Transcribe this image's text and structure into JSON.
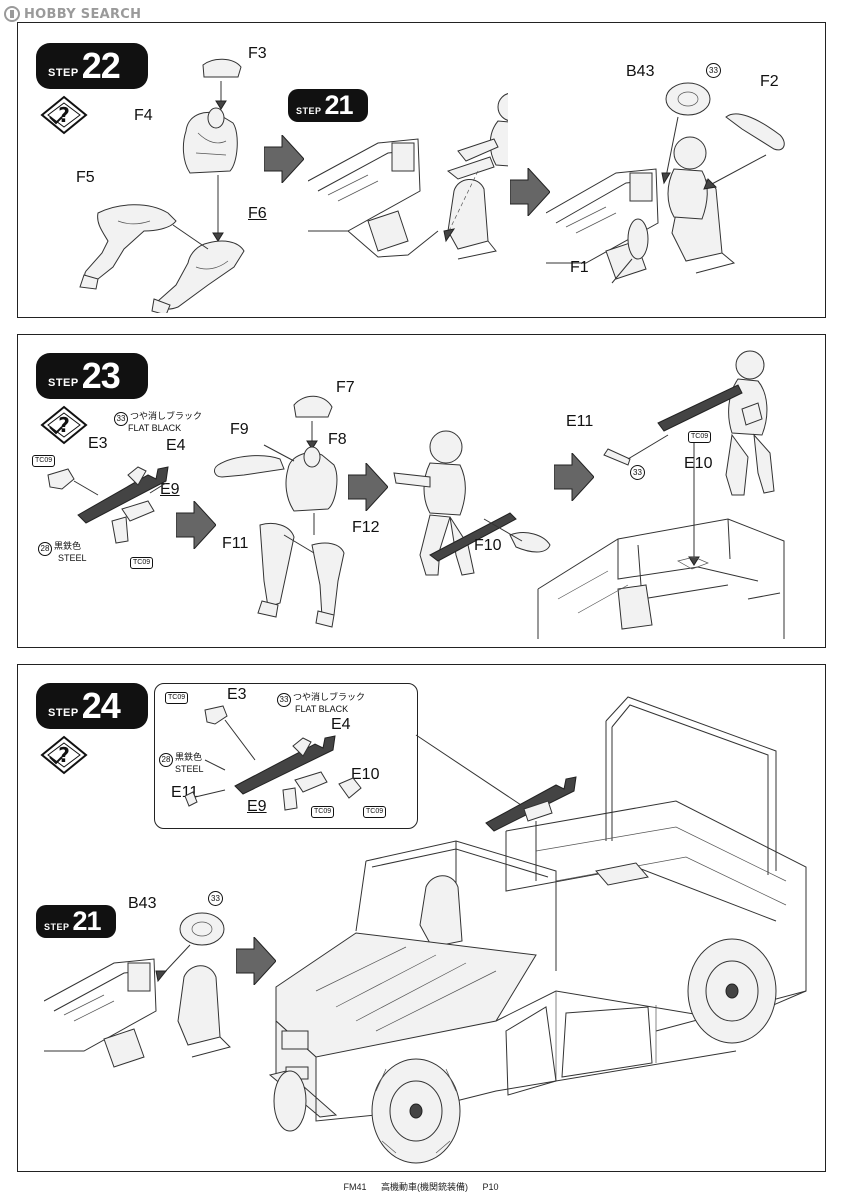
{
  "watermark": {
    "text": "HOBBY SEARCH"
  },
  "steps": [
    {
      "number": "22",
      "label": "STEP",
      "parts": {
        "f3": "F3",
        "f4": "F4",
        "f5": "F5",
        "f6": "F6"
      },
      "sub_step": {
        "label": "STEP",
        "number": "21"
      },
      "result_parts": {
        "b43": "B43",
        "f2": "F2",
        "f1": "F1",
        "paint": "33"
      }
    },
    {
      "number": "23",
      "label": "STEP",
      "parts": {
        "e3": "E3",
        "e4": "E4",
        "e9": "E9",
        "f7": "F7",
        "f8": "F8",
        "f9": "F9",
        "f10": "F10",
        "f11": "F11",
        "f12": "F12",
        "e11": "E11",
        "e10": "E10"
      },
      "paint": {
        "flat_black_code": "33",
        "flat_black_jp": "つや消しブラック",
        "flat_black_en": "FLAT BLACK",
        "steel_code": "28",
        "steel_jp": "黒鉄色",
        "steel_en": "STEEL",
        "tc1": "TC09",
        "tc2": "TC09",
        "tc3": "TC09",
        "circle33": "33"
      }
    },
    {
      "number": "24",
      "label": "STEP",
      "parts": {
        "e3": "E3",
        "e4": "E4",
        "e11": "E11",
        "e9": "E9",
        "e10": "E10"
      },
      "paint": {
        "flat_black_code": "33",
        "flat_black_jp": "つや消しブラック",
        "flat_black_en": "FLAT BLACK",
        "steel_code": "28",
        "steel_jp": "黒鉄色",
        "steel_en": "STEEL",
        "tc1": "TC09",
        "tc2": "TC09",
        "tc3": "TC09"
      },
      "sub_step": {
        "label": "STEP",
        "number": "21"
      },
      "sub_parts": {
        "b43": "B43",
        "paint": "33"
      }
    }
  ],
  "footer": {
    "code": "FM41",
    "title": "高機動車(機関銃装備)",
    "page": "P10"
  }
}
